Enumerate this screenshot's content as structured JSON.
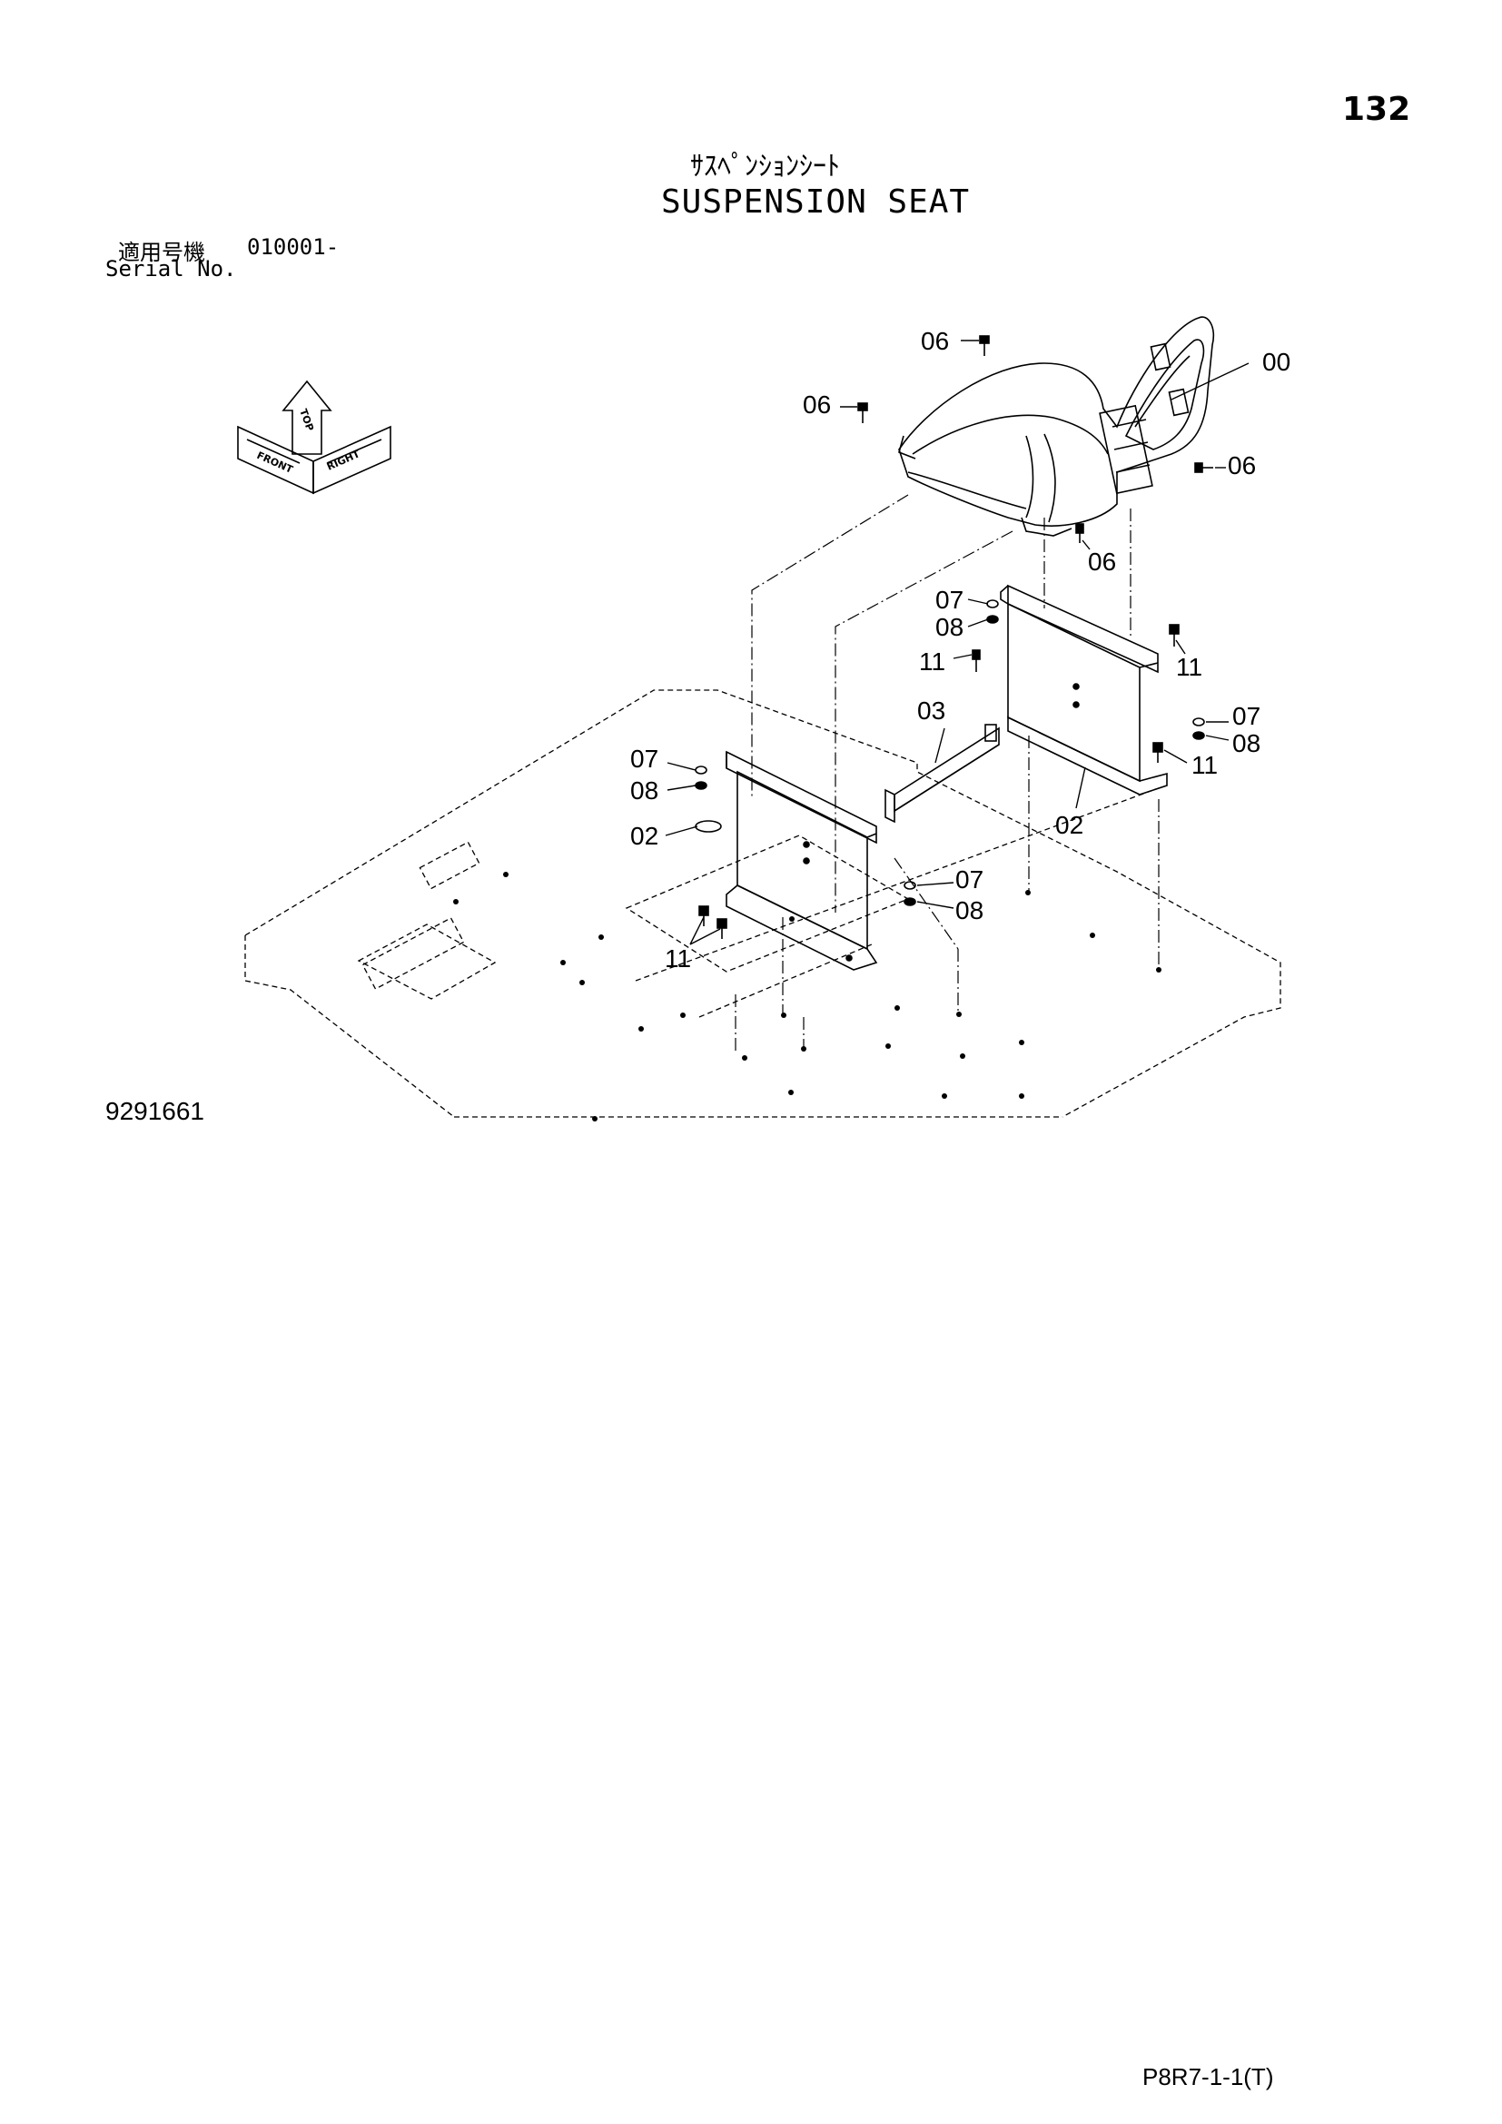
{
  "header": {
    "page_number": "132",
    "title_jp": "ｻｽﾍﾟﾝｼｮﾝｼｰﾄ",
    "title_en": "SUSPENSION SEAT",
    "serial_label_jp": "適用号機",
    "serial_number": "010001-",
    "serial_label_en": "Serial No."
  },
  "orientation_icon": {
    "top": "TOP",
    "front": "FRONT",
    "right": "RIGHT"
  },
  "callouts": {
    "seat": "00",
    "screw_top": "06",
    "screw_left": "06",
    "screw_right": "06",
    "screw_bottom": "06",
    "washer_07_a": "07",
    "washer_08_a": "08",
    "bolt_11_a": "11",
    "bolt_11_b": "11",
    "washer_07_b": "07",
    "washer_08_b": "08",
    "bolt_11_c": "11",
    "rail_03": "03",
    "washer_07_c": "07",
    "washer_08_c": "08",
    "bracket_02_left": "02",
    "bracket_02_right": "02",
    "washer_07_d": "07",
    "washer_08_d": "08",
    "bolt_11_d": "11"
  },
  "footer": {
    "drawing_number": "9291661",
    "page_code": "P8R7-1-1(T)"
  }
}
